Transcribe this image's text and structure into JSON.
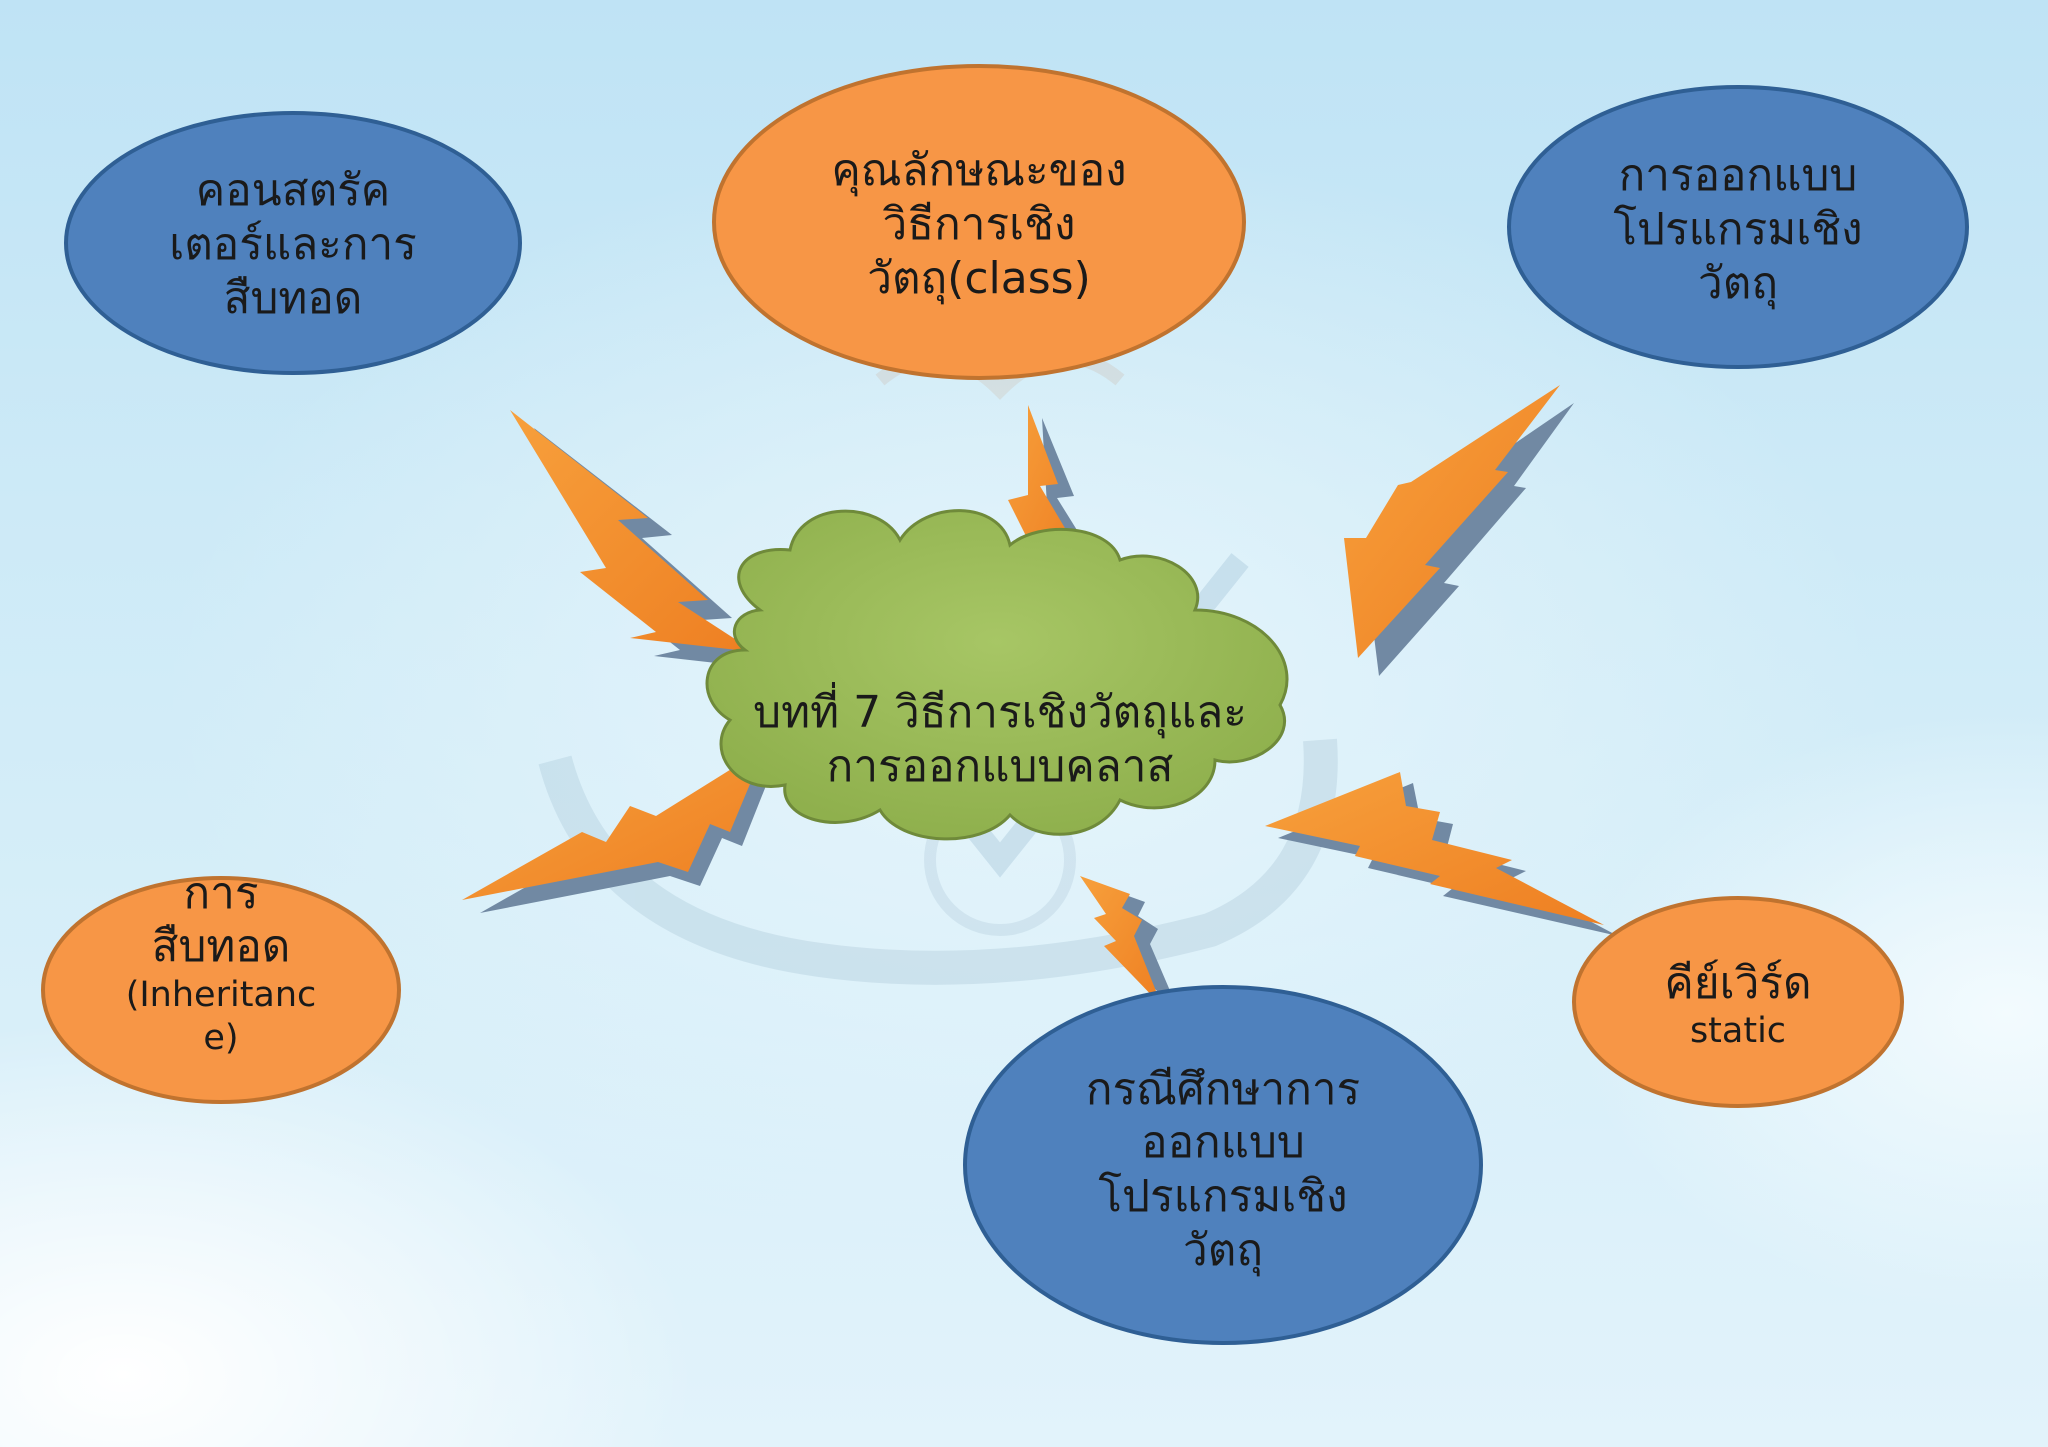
{
  "center": {
    "lines": [
      "บทที่ 7 วิธีการเชิงวัตถุและ",
      "การออกแบบคลาส"
    ]
  },
  "nodes": {
    "constructor_inheritance": {
      "lines": [
        "คอนสตรัค",
        "เตอร์และการ",
        "สืบทอด"
      ]
    },
    "class_properties": {
      "lines": [
        "คุณลักษณะของ",
        "วิธีการเชิง",
        "วัตถุ(class)"
      ]
    },
    "oo_design": {
      "lines": [
        "การออกแบบ",
        "โปรแกรมเชิง",
        "วัตถุ"
      ]
    },
    "inheritance": {
      "lines": [
        "การ",
        "สืบทอด",
        "(Inheritanc",
        "e)"
      ]
    },
    "case_study": {
      "lines": [
        "กรณีศึกษาการ",
        "ออกแบบ",
        "โปรแกรมเชิง",
        "วัตถุ"
      ]
    },
    "static_keyword": {
      "lines": [
        "คีย์เวิร์ด",
        "static"
      ]
    }
  },
  "colors": {
    "blue_node": "#4f81bd",
    "blue_border": "#2f5f94",
    "orange_node": "#f79646",
    "orange_border": "#c0732f",
    "cloud_fill": "#9bbb59",
    "cloud_border": "#6f8a3a",
    "bolt_fill": "#f08a2b",
    "bolt_shadow": "#6e8aa6"
  }
}
